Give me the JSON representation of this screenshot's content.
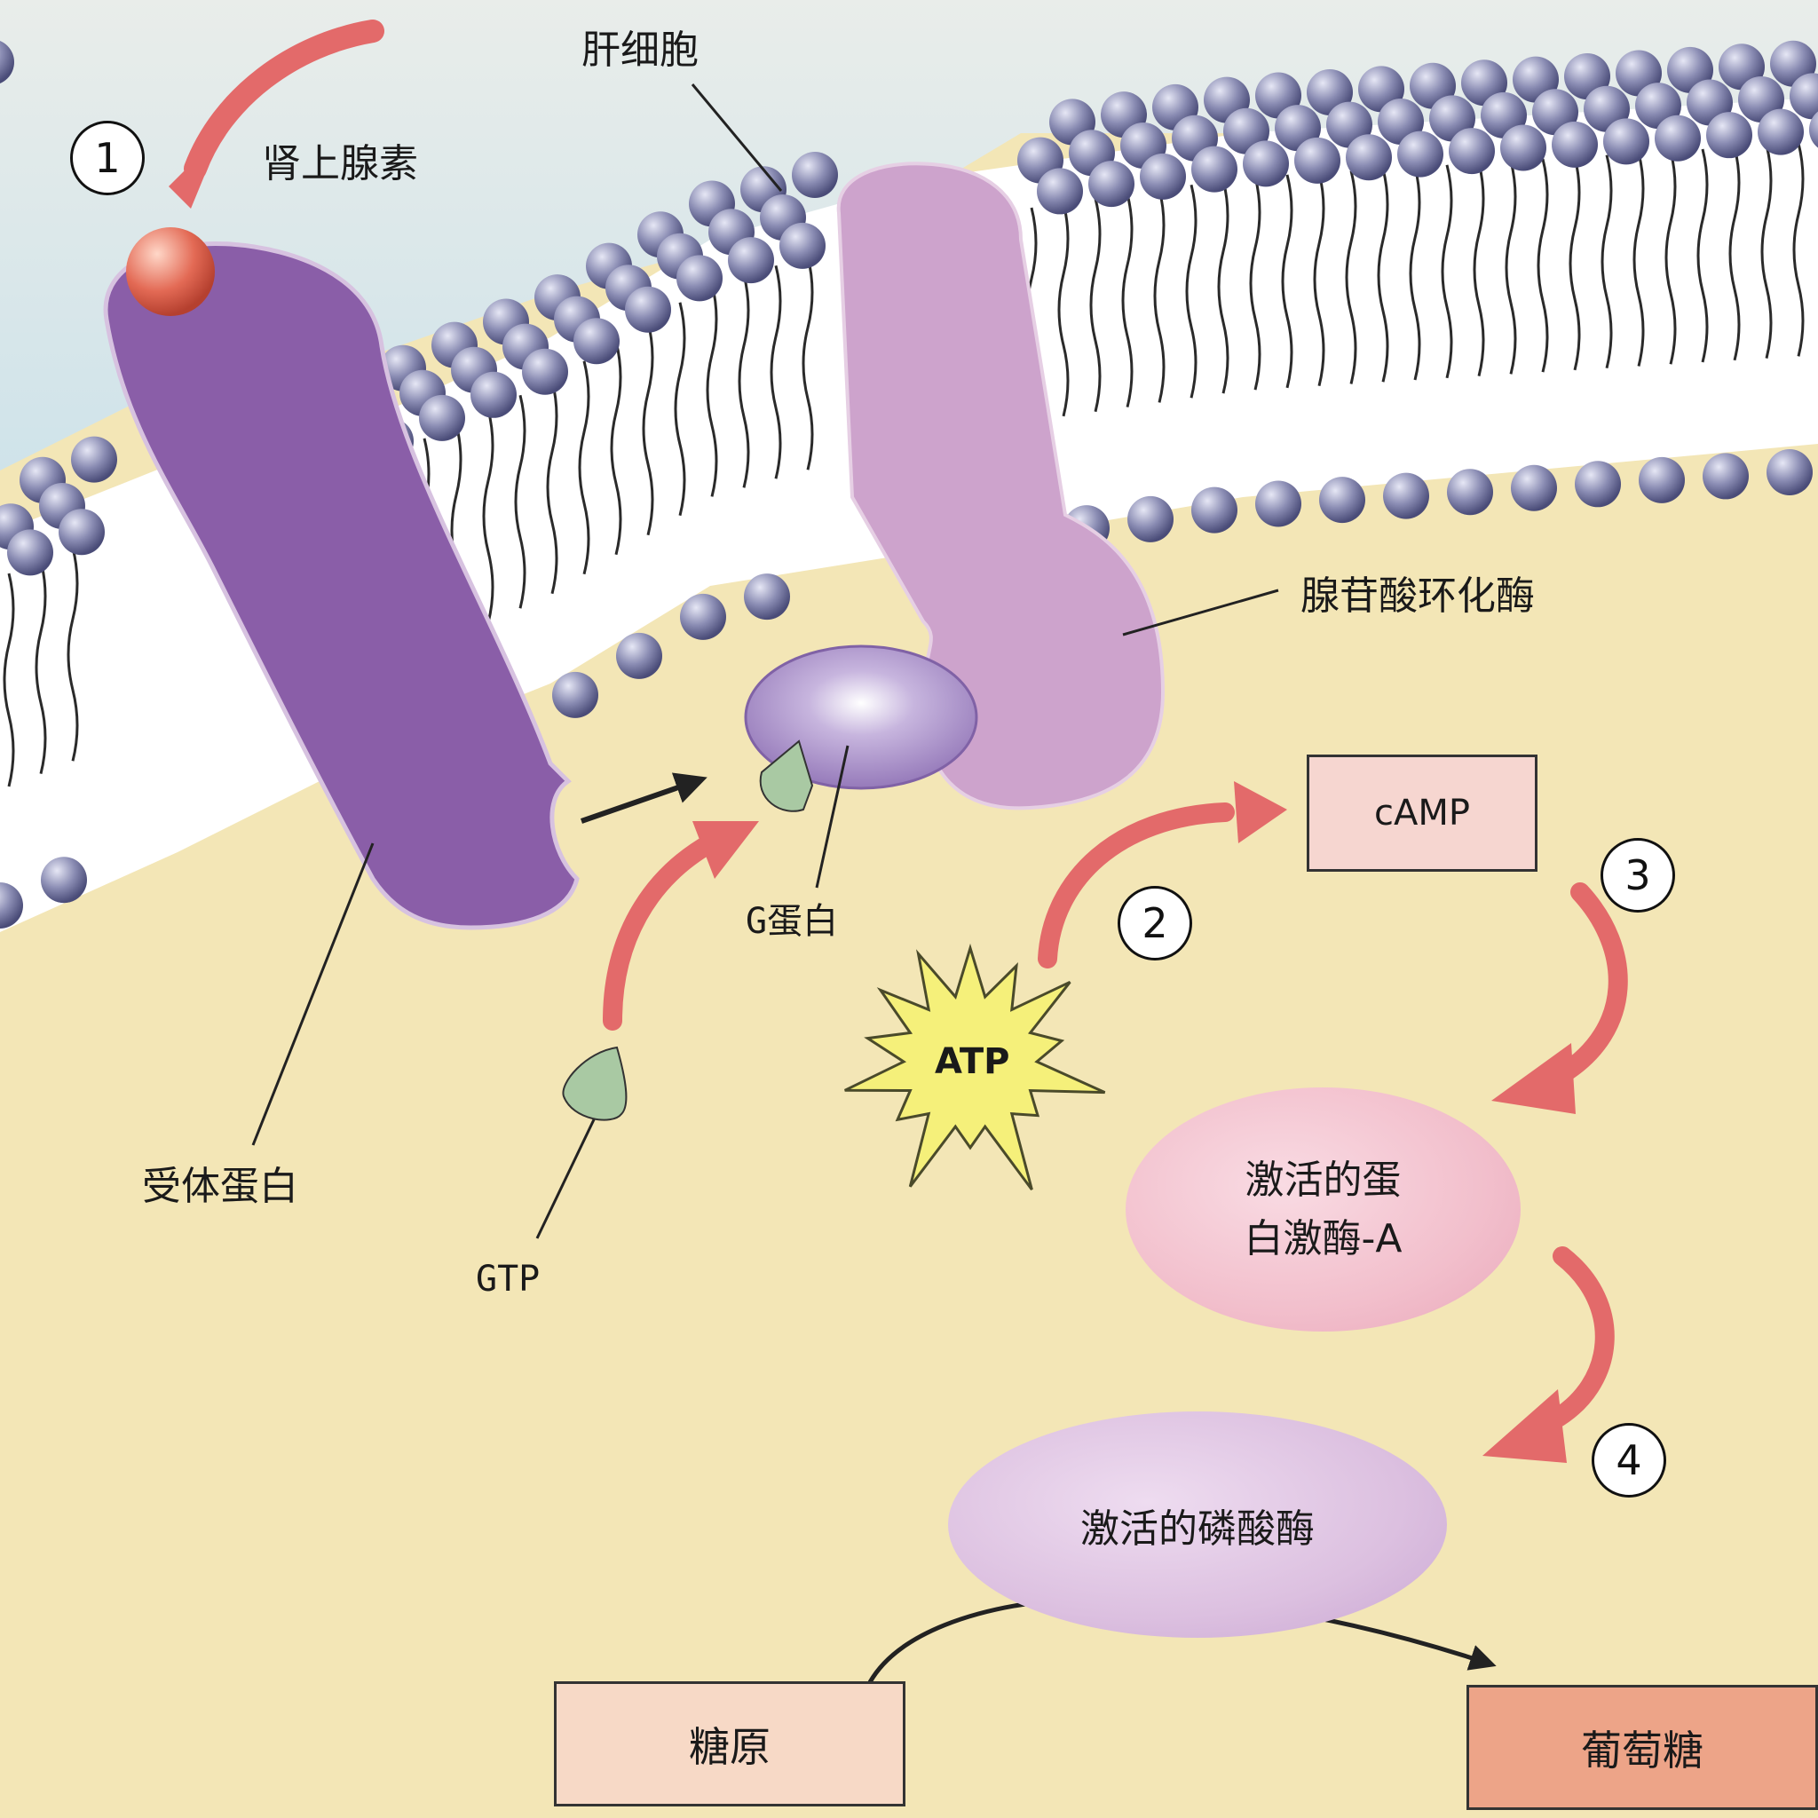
{
  "labels": {
    "liver_cell": "肝细胞",
    "epinephrine": "肾上腺素",
    "adenylate_cyclase": "腺苷酸环化酶",
    "receptor_protein": "受体蛋白",
    "g_protein": "G蛋白",
    "gtp": "GTP",
    "atp": "ATP",
    "camp": "cAMP",
    "protein_kinase_a": [
      "激活的蛋",
      "白激酶-A"
    ],
    "phosphorylase": "激活的磷酸酶",
    "glycogen": "糖原",
    "glucose": "葡萄糖"
  },
  "steps": [
    "1",
    "2",
    "3",
    "4"
  ],
  "colors": {
    "extracellular": "#d6e6ea",
    "cytoplasm": "#f3e6b6",
    "lipid_head": "#7f80a8",
    "receptor": "#8a5ea8",
    "adenylate_cyclase": "#cda3cc",
    "g_protein": "#a58bc4",
    "gtp": "#a9c9a3",
    "epinephrine": "#e36a55",
    "pathway_arrow": "#e36a6a",
    "atp_star": "#f5f07a",
    "camp_box": "#f6d6d0",
    "pka": "#f2bfcc",
    "phosphorylase": "#dcc0e0",
    "glycogen_box": "#f7d9c6",
    "glucose_box": "#eda488"
  }
}
